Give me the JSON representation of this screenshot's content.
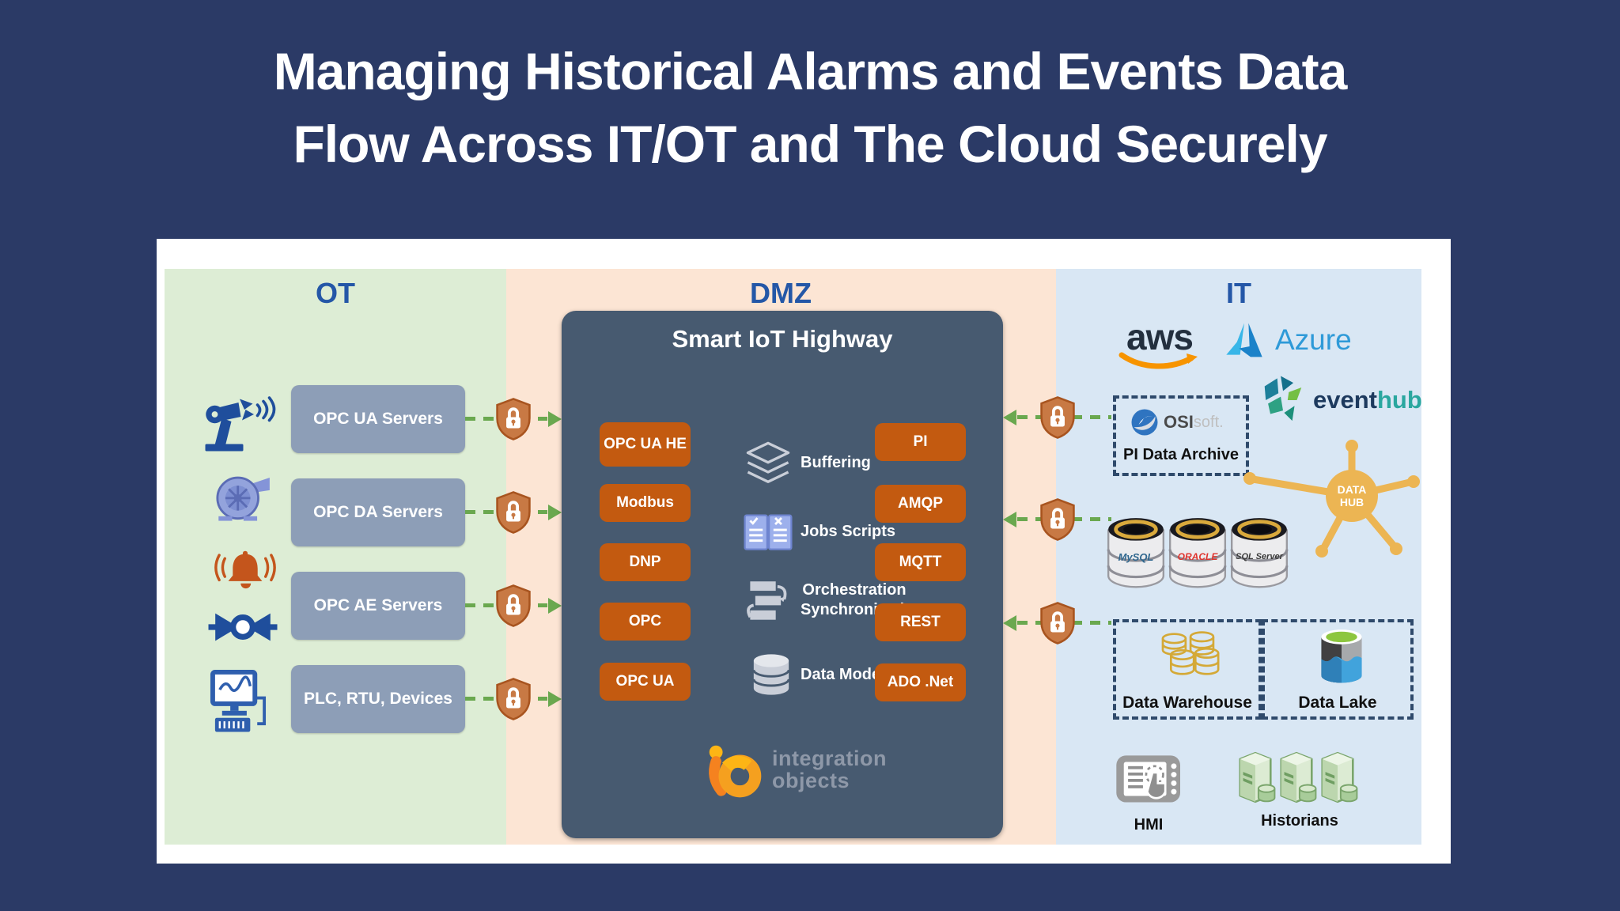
{
  "title": {
    "line1": "Managing Historical Alarms and Events Data",
    "line2": "Flow Across IT/OT and The Cloud Securely"
  },
  "zones": {
    "ot_label": "OT",
    "dmz_label": "DMZ",
    "it_label": "IT"
  },
  "ot": {
    "servers": [
      "OPC UA Servers",
      "OPC DA Servers",
      "OPC AE Servers",
      "PLC, RTU, Devices"
    ],
    "icons": [
      "robot-arm",
      "pump",
      "alarm-bell",
      "valve",
      "plc-workstation"
    ]
  },
  "dmz": {
    "panel_title": "Smart IoT Highway",
    "inbound_protocols": [
      "OPC UA HE",
      "Modbus",
      "DNP",
      "OPC",
      "OPC UA"
    ],
    "services": [
      "Buffering",
      "Jobs Scripts",
      "Orchestration Synchronization",
      "Data Model"
    ],
    "outbound_protocols": [
      "PI",
      "AMQP",
      "MQTT",
      "REST",
      "ADO .Net"
    ],
    "logo": {
      "mark": "io",
      "line1": "integration",
      "line2": "objects"
    }
  },
  "it": {
    "aws": "aws",
    "azure": "Azure",
    "eventhub": {
      "part1": "event",
      "part2": "hub"
    },
    "osisoft": {
      "part1": "OSI",
      "part2": "soft."
    },
    "pi_archive": "PI Data Archive",
    "data_hub": "DATA HUB",
    "databases": [
      "MySQL",
      "ORACLE",
      "SQL Server"
    ],
    "warehouse": "Data Warehouse",
    "lake": "Data Lake",
    "hmi": "HMI",
    "historians": "Historians"
  },
  "colors": {
    "background": "#2b3a66",
    "ot_zone": "#ddedd5",
    "dmz_zone": "#fce5d4",
    "it_zone": "#d9e7f4",
    "panel": "#475a70",
    "protocol_box": "#c35a10",
    "server_box": "#8d9eb7",
    "shield": "#c87944",
    "arrow_green": "#6aa84f",
    "zone_label": "#2457a7",
    "hub_gold": "#ecb553",
    "dashed_border": "#2f4a6b"
  }
}
